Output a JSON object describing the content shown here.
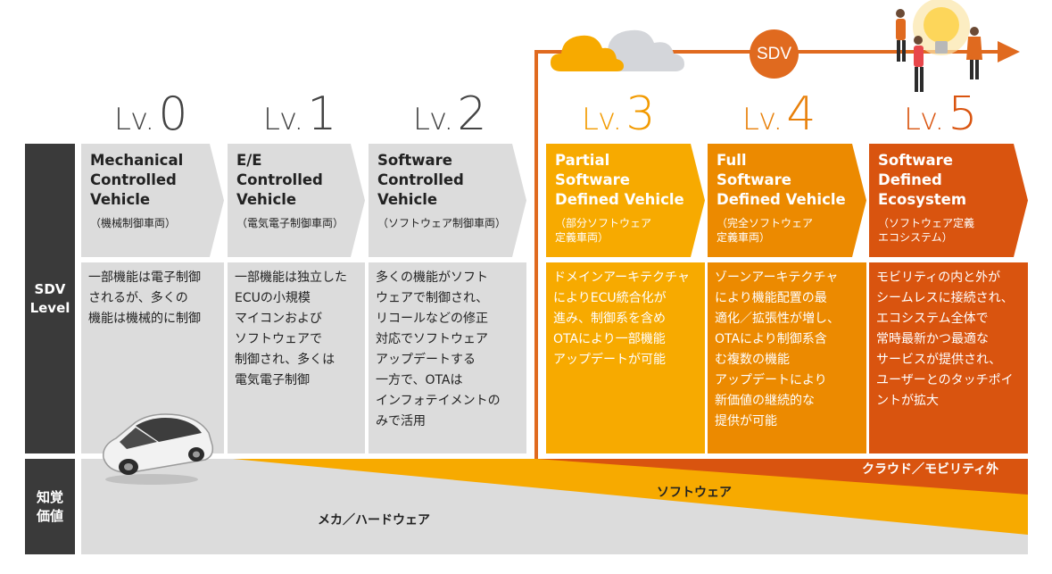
{
  "side": {
    "sdv_level": [
      "SDV",
      "Level"
    ],
    "perceived_value": [
      "知覚",
      "価値"
    ]
  },
  "sdv_badge": "SDV",
  "levels": [
    {
      "prefix": "Lv.",
      "number": "0",
      "title": [
        "Mechanical",
        "Controlled",
        "Vehicle"
      ],
      "subtitle": [
        "（機械制御車両）"
      ],
      "description": [
        "一部機能は電子制御",
        "されるが、多くの",
        "機能は機械的に制御"
      ]
    },
    {
      "prefix": "Lv.",
      "number": "1",
      "title": [
        "E/E",
        "Controlled",
        "Vehicle"
      ],
      "subtitle": [
        "（電気電子制御車両）"
      ],
      "description": [
        "一部機能は独立した",
        "ECUの小規模",
        "マイコンおよび",
        "ソフトウェアで",
        "制御され、多くは",
        "電気電子制御"
      ]
    },
    {
      "prefix": "Lv.",
      "number": "2",
      "title": [
        "Software",
        "Controlled",
        "Vehicle"
      ],
      "subtitle": [
        "（ソフトウェア制御車両）"
      ],
      "description": [
        "多くの機能がソフト",
        "ウェアで制御され、",
        "リコールなどの修正",
        "対応でソフトウェア",
        "アップデートする",
        "一方で、OTAは",
        "インフォテイメントの",
        "みで活用"
      ]
    },
    {
      "prefix": "Lv.",
      "number": "3",
      "title": [
        "Partial",
        "Software",
        "Defined Vehicle"
      ],
      "subtitle": [
        "（部分ソフトウェア",
        "定義車両）"
      ],
      "description": [
        "ドメインアーキテクチャ",
        "によりECU統合化が",
        "進み、制御系を含め",
        "OTAにより一部機能",
        "アップデートが可能"
      ]
    },
    {
      "prefix": "Lv.",
      "number": "4",
      "title": [
        "Full",
        "Software",
        "Defined Vehicle"
      ],
      "subtitle": [
        "（完全ソフトウェア",
        "定義車両）"
      ],
      "description": [
        "ゾーンアーキテクチャ",
        "により機能配置の最",
        "適化／拡張性が増し、",
        "OTAにより制御系含",
        "む複数の機能",
        "アップデートにより",
        "新価値の継続的な",
        "提供が可能"
      ]
    },
    {
      "prefix": "Lv.",
      "number": "5",
      "title": [
        "Software",
        "Defined",
        "Ecosystem"
      ],
      "subtitle": [
        "（ソフトウェア定義",
        "エコシステム）"
      ],
      "description": [
        "モビリティの内と外が",
        "シームレスに接続され、",
        "エコシステム全体で",
        "常時最新かつ最適な",
        "サービスが提供され、",
        "ユーザーとのタッチポイ",
        "ントが拡大"
      ]
    }
  ],
  "bands": {
    "cloud": "クラウド／モビリティ外",
    "software": "ソフトウェア",
    "hardware": "メカ／ハードウェア"
  },
  "colors": {
    "gray": "#dcdcdc",
    "lv3": "#f7aa00",
    "lv4": "#ec8a00",
    "lv5": "#d9540f",
    "arrow": "#e06a1f",
    "side": "#3a3a3a"
  },
  "icons": [
    "cloud-icon",
    "car-icon",
    "lightbulb-icon",
    "people-icon"
  ]
}
